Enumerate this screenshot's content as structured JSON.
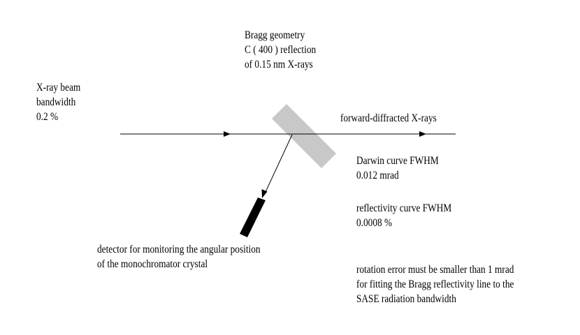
{
  "colors": {
    "background": "#ffffff",
    "line": "#000000",
    "crystal": "#c8c8c8",
    "detector": "#000000"
  },
  "labels": {
    "bragg_geometry": [
      "Bragg geometry",
      "C ( 400 ) reflection",
      "of 0.15 nm X-rays"
    ],
    "xray_beam": [
      "X-ray beam",
      "bandwidth",
      "0.2 %"
    ],
    "forward_diffracted": "forward-diffracted X-rays",
    "darwin_curve": [
      "Darwin curve FWHM",
      "0.012 mrad"
    ],
    "reflectivity_curve": [
      "reflectivity curve FWHM",
      "0.0008 %"
    ],
    "detector": [
      "detector for monitoring the angular position",
      "of the monochromator crystal"
    ],
    "rotation_error": [
      "rotation error must be smaller than 1 mrad",
      "for fitting the Bragg reflectivity line to the",
      "SASE radiation bandwidth"
    ]
  }
}
